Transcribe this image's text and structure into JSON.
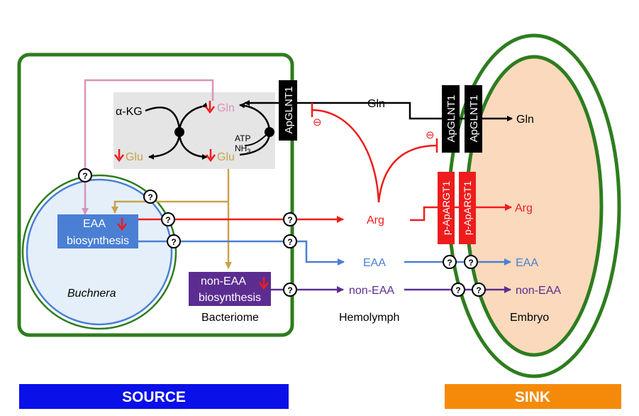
{
  "labels": {
    "alpha_kg": "α-KG",
    "gln_cycle": "Gln",
    "glu_left": "Glu",
    "glu_right": "Glu",
    "atp": "ATP",
    "nh3": "NH",
    "nh3_sub": "3",
    "transporter_bacteriome": "ApGLNT1",
    "transporter_embryo_1": "ApGLNT1",
    "transporter_embryo_2": "ApGLNT1",
    "gln_hemolymph": "Gln",
    "gln_embryo": "Gln",
    "inhibit_1": "⊖",
    "inhibit_2": "⊖",
    "arg_hemolymph": "Arg",
    "arg_embryo": "Arg",
    "argt_1": "p-ApARGT1",
    "argt_2": "p-ApARGT1",
    "eaa_box_line1": "EAA",
    "eaa_box_line2": "biosynthesis",
    "eaa_hemolymph": "EAA",
    "eaa_embryo": "EAA",
    "nonEAA_box_line1": "non-EAA",
    "nonEAA_box_line2": "biosynthesis",
    "nonEAA_hemolymph": "non-EAA",
    "nonEAA_embryo": "non-EAA",
    "buchnera": "Buchnera",
    "bacteriome": "Bacteriome",
    "hemolymph": "Hemolymph",
    "embryo": "Embryo",
    "source": "SOURCE",
    "sink": "SINK",
    "unknown_marker": "?"
  },
  "colors": {
    "green": "#2e7d1e",
    "red": "#ee1c1c",
    "blue": "#4a7fd4",
    "purple": "#5c2d91",
    "tan": "#c9a24a",
    "pink": "#d893b8",
    "source_bar": "#0a10e8",
    "sink_bar": "#f58a0a",
    "embryo_fill": "#fbd9bd",
    "buchnera_fill": "#e4effa",
    "gray_box": "#e5e5e5"
  }
}
